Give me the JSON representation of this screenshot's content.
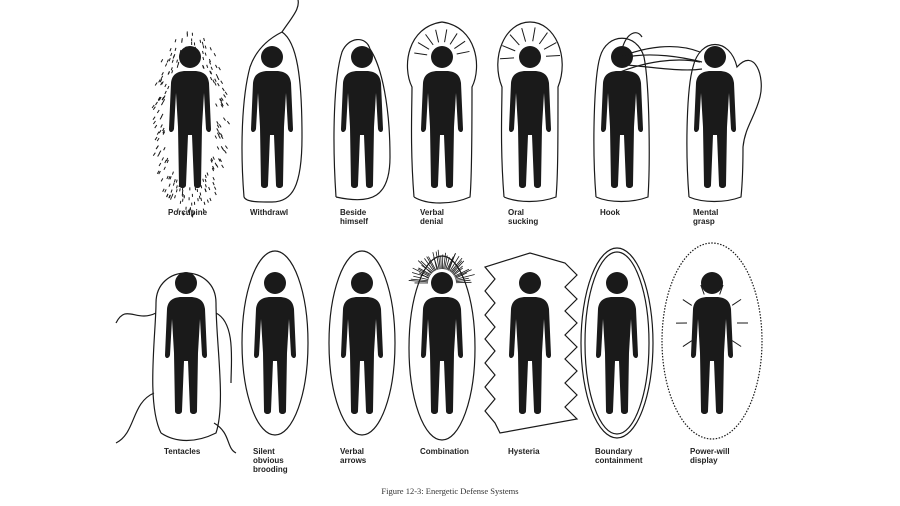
{
  "figure": {
    "caption": "Figure 12-3:  Energetic Defense Systems",
    "top_row": [
      {
        "label": "Porcupine",
        "aura": "spikes"
      },
      {
        "label": "Withdrawl",
        "aura": "outline-up"
      },
      {
        "label": "Beside\nhimself",
        "aura": "offset"
      },
      {
        "label": "Verbal\ndenial",
        "aura": "arrows-out"
      },
      {
        "label": "Oral\nsucking",
        "aura": "arrows-in"
      },
      {
        "label": "Hook",
        "aura": "hook"
      },
      {
        "label": "Mental\ngrasp",
        "aura": "grasp"
      }
    ],
    "bottom_row": [
      {
        "label": "Tentacles",
        "aura": "tentacles"
      },
      {
        "label": "Silent\nobvious\nbrooding",
        "aura": "oval"
      },
      {
        "label": "Verbal\narrows",
        "aura": "oval"
      },
      {
        "label": "Combination",
        "aura": "spiky-oval"
      },
      {
        "label": "Hysteria",
        "aura": "jagged"
      },
      {
        "label": "Boundary\ncontainment",
        "aura": "double-oval"
      },
      {
        "label": "Power-will\ndisplay",
        "aura": "dotted-oval"
      }
    ],
    "ink_color": "#1a1a1a"
  }
}
